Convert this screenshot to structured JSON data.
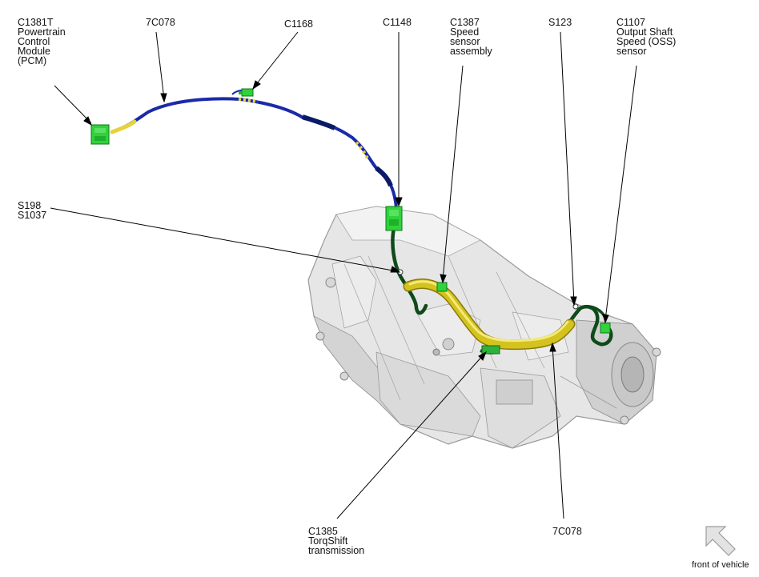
{
  "labels": {
    "pcm": [
      "C1381T",
      "Powertrain",
      "Control",
      "Module",
      "(PCM)"
    ],
    "harness_top": [
      "7C078"
    ],
    "c1168": [
      "C1168"
    ],
    "c1148": [
      "C1148"
    ],
    "speed_sensor": [
      "C1387",
      "Speed",
      "sensor",
      "assembly"
    ],
    "s123": [
      "S123"
    ],
    "oss": [
      "C1107",
      "Output Shaft",
      "Speed (OSS)",
      "sensor"
    ],
    "splices": [
      "S198",
      "S1037"
    ],
    "transmission": [
      "C1385",
      "TorqShift",
      "transmission"
    ],
    "harness_bottom": [
      "7C078"
    ]
  },
  "orientation": {
    "label": "front of vehicle",
    "arrow_icon": "arrow-up-left-icon"
  },
  "colors": {
    "harness_blue": "#1a2aa8",
    "harness_dark": "#0b1a66",
    "tape_yellow": "#e6d23a",
    "conduit_yellow": "#d4c21e",
    "connector_green": "#2fd33a",
    "wire_green": "#0f4a1a",
    "case_grey": "#e4e4e4"
  }
}
